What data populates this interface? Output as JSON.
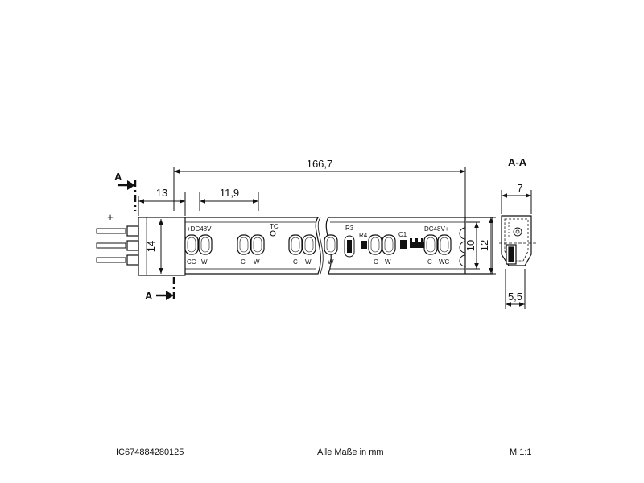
{
  "dimensions": {
    "total_length": "166,7",
    "end_cap_length": "13",
    "segment_length": "11,9",
    "end_cap_height": "14",
    "strip_width_inner": "10",
    "strip_width_outer": "12",
    "profile_height": "7",
    "profile_width": "5,5"
  },
  "section": {
    "marker": "A",
    "marker_bottom": "A",
    "title": "A-A"
  },
  "labels": {
    "plus": "+",
    "dc_left": "+DC48V",
    "dc_right": "DC48V+",
    "tc": "TC",
    "r3": "R3",
    "r4": "R4",
    "c1": "C1",
    "led_groups": [
      {
        "left": "CC",
        "right": "W"
      },
      {
        "left": "C",
        "right": "W"
      },
      {
        "left": "C",
        "right": "W"
      },
      {
        "left": "W",
        "right": ""
      },
      {
        "left": "C",
        "right": "W"
      },
      {
        "left": "C",
        "right": "WC"
      }
    ]
  },
  "footer": {
    "article_number": "IC674884280125",
    "units_note": "Alle Maße in mm",
    "scale": "M 1:1"
  }
}
